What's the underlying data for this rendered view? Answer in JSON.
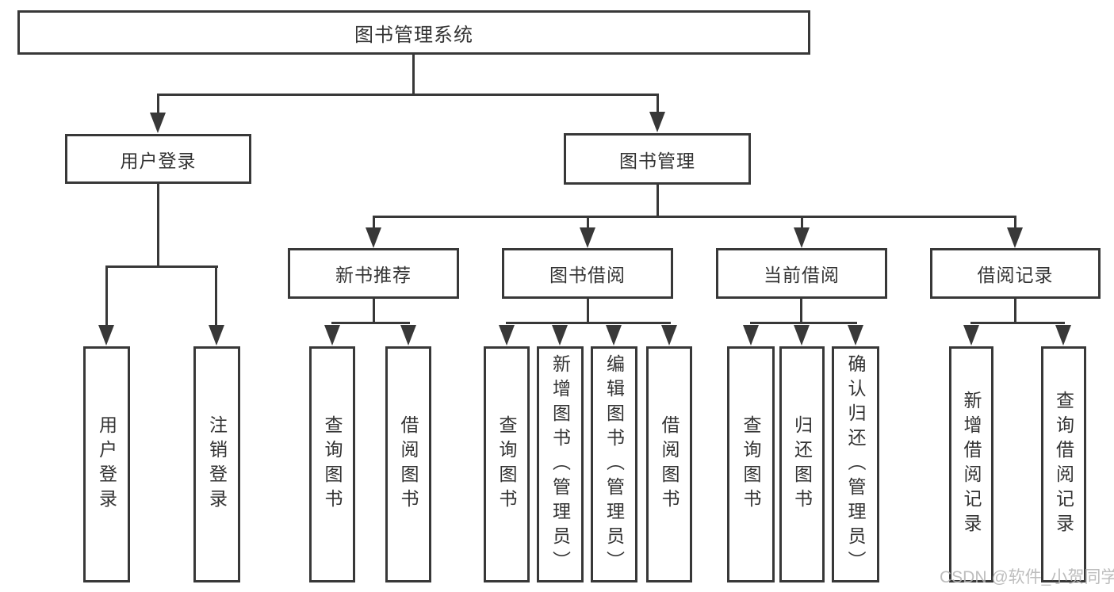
{
  "tree": {
    "label": "图书管理系统",
    "children": [
      {
        "label": "用户登录",
        "children": [
          {
            "label": "用户登录"
          },
          {
            "label": "注销登录"
          }
        ]
      },
      {
        "label": "图书管理",
        "children": [
          {
            "label": "新书推荐",
            "children": [
              {
                "label": "查询图书"
              },
              {
                "label": "借阅图书"
              }
            ]
          },
          {
            "label": "图书借阅",
            "children": [
              {
                "label": "查询图书"
              },
              {
                "label": "新增图书（管理员）"
              },
              {
                "label": "编辑图书（管理员）"
              },
              {
                "label": "借阅图书"
              }
            ]
          },
          {
            "label": "当前借阅",
            "children": [
              {
                "label": "查询图书"
              },
              {
                "label": "归还图书"
              },
              {
                "label": "确认归还（管理员）"
              }
            ]
          },
          {
            "label": "借阅记录",
            "children": [
              {
                "label": "新增借阅记录"
              },
              {
                "label": "查询借阅记录"
              }
            ]
          }
        ]
      }
    ]
  },
  "watermark": "CSDN @软件_小贺同学",
  "colors": {
    "line": "#383838",
    "text": "#333333",
    "watermark": "#b5b5b5",
    "background": "#ffffff"
  }
}
